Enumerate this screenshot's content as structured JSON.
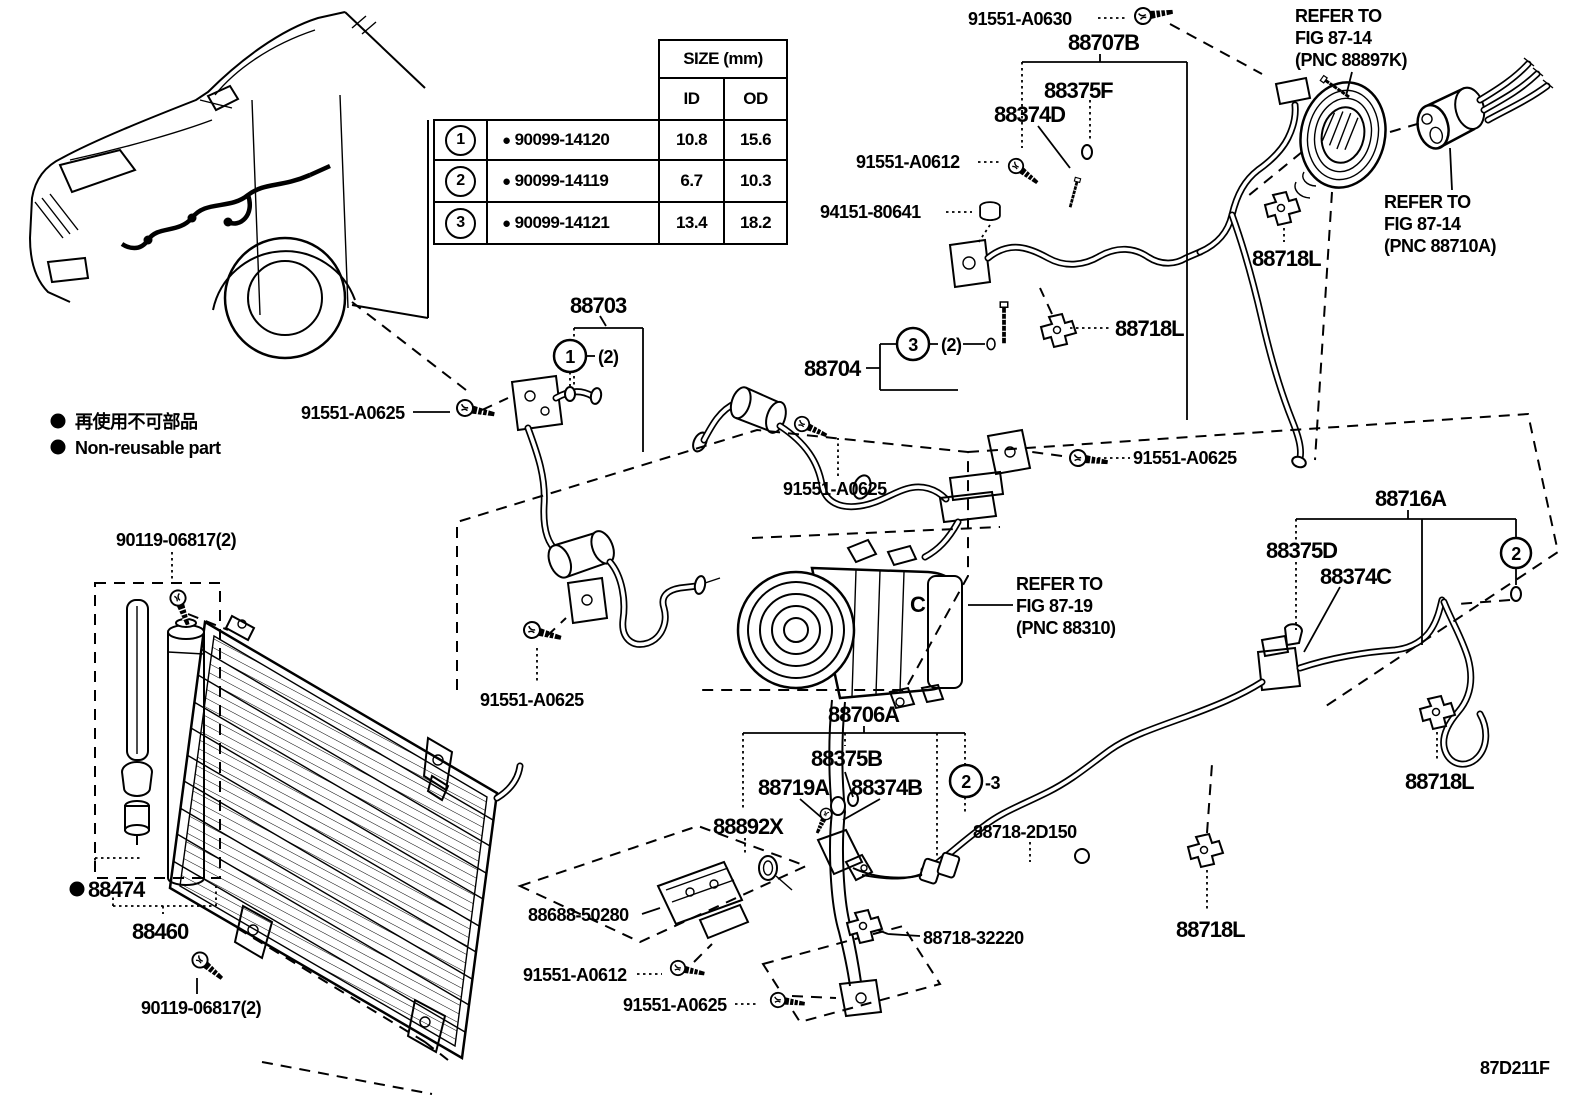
{
  "figure": {
    "code": "87D211F"
  },
  "legend": {
    "jp": "再使用不可部品",
    "en": "Non-reusable part"
  },
  "table": {
    "title": "SIZE (mm)",
    "id": "ID",
    "od": "OD",
    "bullet": "●",
    "rows": [
      {
        "n": "1",
        "part": "90099-14120",
        "idv": "10.8",
        "odv": "15.6"
      },
      {
        "n": "2",
        "part": "90099-14119",
        "idv": "6.7",
        "odv": "10.3"
      },
      {
        "n": "3",
        "part": "90099-14121",
        "idv": "13.4",
        "odv": "18.2"
      }
    ]
  },
  "parts": {
    "p91551A0630": "91551-A0630",
    "p88707B": "88707B",
    "p88375F": "88375F",
    "p88374D": "88374D",
    "p91551A0612": "91551-A0612",
    "p94151_80641": "94151-80641",
    "p88718L": "88718L",
    "p88703": "88703",
    "p88704": "88704",
    "p91551A0625": "91551-A0625",
    "p90119_06817": "90119-06817(2)",
    "p88716A": "88716A",
    "p88375D": "88375D",
    "p88374C": "88374C",
    "p88706A": "88706A",
    "p88375B": "88375B",
    "p88719A": "88719A",
    "p88374B": "88374B",
    "p88892X": "88892X",
    "p88718_2D150": "88718-2D150",
    "p88718_32220": "88718-32220",
    "p88688_50280": "88688-50280",
    "p88474": "88474",
    "p88460": "88460"
  },
  "refs": {
    "r1a": "REFER TO",
    "r1b": "FIG 87-14",
    "r1c": "(PNC 88897K)",
    "r2a": "REFER TO",
    "r2b": "FIG 87-14",
    "r2c": "(PNC 88710A)",
    "r3a": "REFER TO",
    "r3b": "FIG 87-19",
    "r3c": "(PNC 88310)"
  },
  "markers": {
    "one": "1",
    "two": "2",
    "three": "3",
    "qty2": "(2)",
    "dash3": "-3",
    "cmark": "C"
  }
}
